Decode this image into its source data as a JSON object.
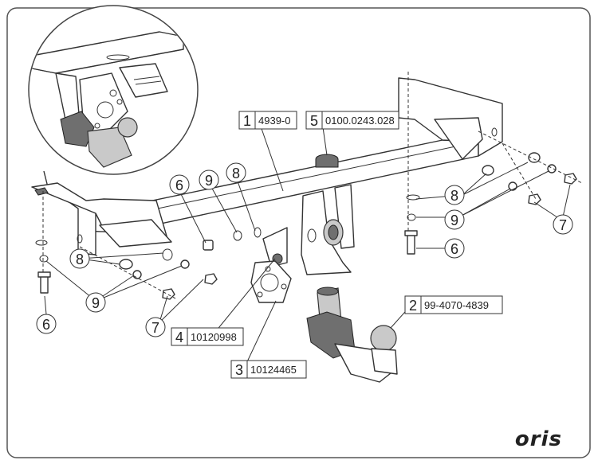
{
  "parts": [
    {
      "number": "1",
      "code": "4939-0"
    },
    {
      "number": "5",
      "code": "0100.0243.028"
    },
    {
      "number": "2",
      "code": "99-4070-4839"
    },
    {
      "number": "4",
      "code": "10120998"
    },
    {
      "number": "3",
      "code": "10124465"
    }
  ],
  "callouts": {
    "n6": "6",
    "n7": "7",
    "n8": "8",
    "n9": "9"
  },
  "brand": "oris"
}
